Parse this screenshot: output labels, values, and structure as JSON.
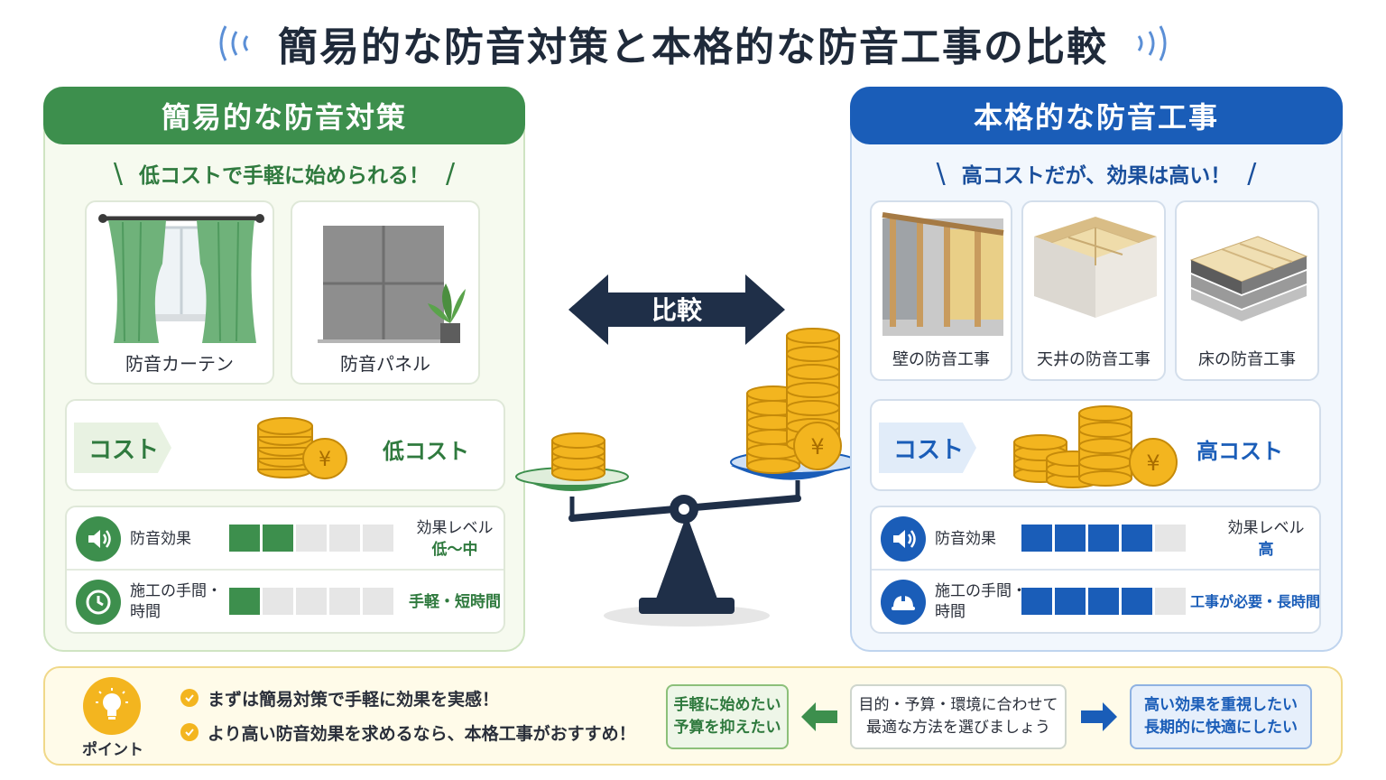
{
  "title": "簡易的な防音対策と本格的な防音工事の比較",
  "compare_label": "比較",
  "left": {
    "header": "簡易的な防音対策",
    "tagline": "低コストで手軽に始められる！",
    "items": [
      {
        "label": "防音カーテン",
        "icon": "curtain-icon"
      },
      {
        "label": "防音パネル",
        "icon": "panel-icon"
      }
    ],
    "cost_label": "コスト",
    "cost_value": "低コスト",
    "effect_label": "防音効果",
    "effect_level_title": "効果レベル",
    "effect_level_value": "低〜中",
    "effect_bars": 2,
    "effort_label_1": "施工の手間・",
    "effort_label_2": "時間",
    "effort_value": "手軽・短時間",
    "effort_bars": 1,
    "bars_total": 5
  },
  "right": {
    "header": "本格的な防音工事",
    "tagline": "高コストだが、効果は高い！",
    "items": [
      {
        "label": "壁の防音工事",
        "icon": "wall-construction-icon"
      },
      {
        "label": "天井の防音工事",
        "icon": "ceiling-construction-icon"
      },
      {
        "label": "床の防音工事",
        "icon": "floor-construction-icon"
      }
    ],
    "cost_label": "コスト",
    "cost_value": "高コスト",
    "effect_label": "防音効果",
    "effect_level_title": "効果レベル",
    "effect_level_value": "高",
    "effect_bars": 4,
    "effort_label_1": "施工の手間・",
    "effort_label_2": "時間",
    "effort_value": "工事が必要・長時間",
    "effort_bars": 4,
    "bars_total": 5
  },
  "tips": {
    "point_label": "ポイント",
    "line1": "まずは簡易対策で手軽に効果を実感！",
    "line2": "より高い防音効果を求めるなら、本格工事がおすすめ！",
    "left_box_1": "手軽に始めたい",
    "left_box_2": "予算を抑えたい",
    "mid_box_1": "目的・予算・環境に合わせて",
    "mid_box_2": "最適な方法を選びましょう",
    "right_box_1": "高い効果を重視したい",
    "right_box_2": "長期的に快適にしたい"
  },
  "colors": {
    "green": "#3d8f4d",
    "blue": "#1a5db8",
    "navy": "#1f2f48",
    "gold": "#f3b51f"
  }
}
